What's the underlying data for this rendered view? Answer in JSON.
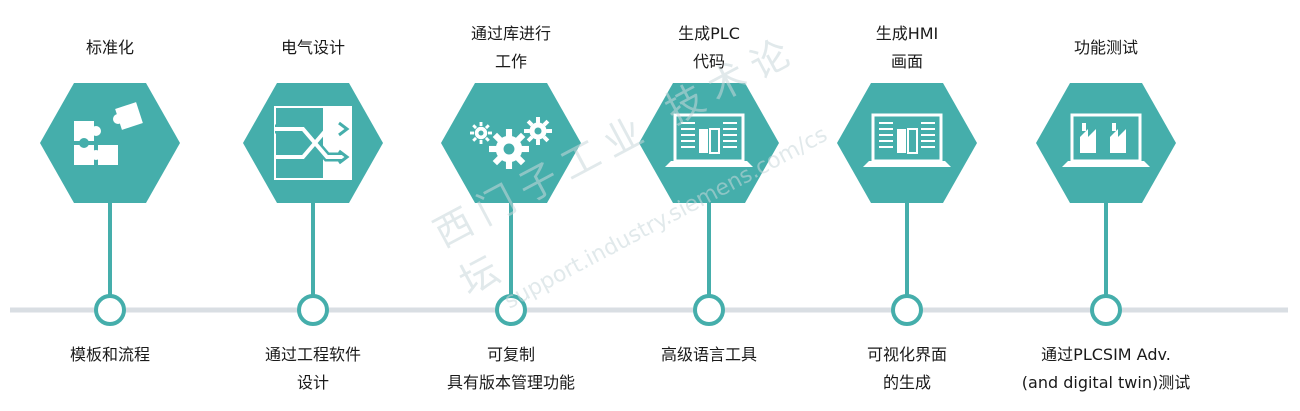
{
  "colors": {
    "hex": "#45aeab",
    "timeline": "#d9dee3",
    "node_ring": "#45aeab",
    "text": "#1a1a1a"
  },
  "steps": [
    {
      "top": [
        "标准化"
      ],
      "bottom": [
        "模板和流程"
      ],
      "icon": "puzzle-icon"
    },
    {
      "top": [
        "电气设计"
      ],
      "bottom": [
        "通过工程软件",
        "设计"
      ],
      "icon": "switch-diagram-icon"
    },
    {
      "top": [
        "通过库进行",
        "工作"
      ],
      "bottom": [
        "可复制",
        "具有版本管理功能"
      ],
      "icon": "gears-icon"
    },
    {
      "top": [
        "生成PLC",
        "代码"
      ],
      "bottom": [
        "高级语言工具"
      ],
      "icon": "laptop-plc-icon"
    },
    {
      "top": [
        "生成HMI",
        "画面"
      ],
      "bottom": [
        "可视化界面",
        "的生成"
      ],
      "icon": "laptop-hmi-icon"
    },
    {
      "top": [
        "功能测试"
      ],
      "bottom": [
        "通过PLCSIM Adv.",
        "(and digital twin)测试"
      ],
      "icon": "laptop-factory-icon"
    }
  ],
  "watermark": {
    "line1": "西门子工业 技术论坛",
    "line2": "support.industry.siemens.com/cs"
  }
}
